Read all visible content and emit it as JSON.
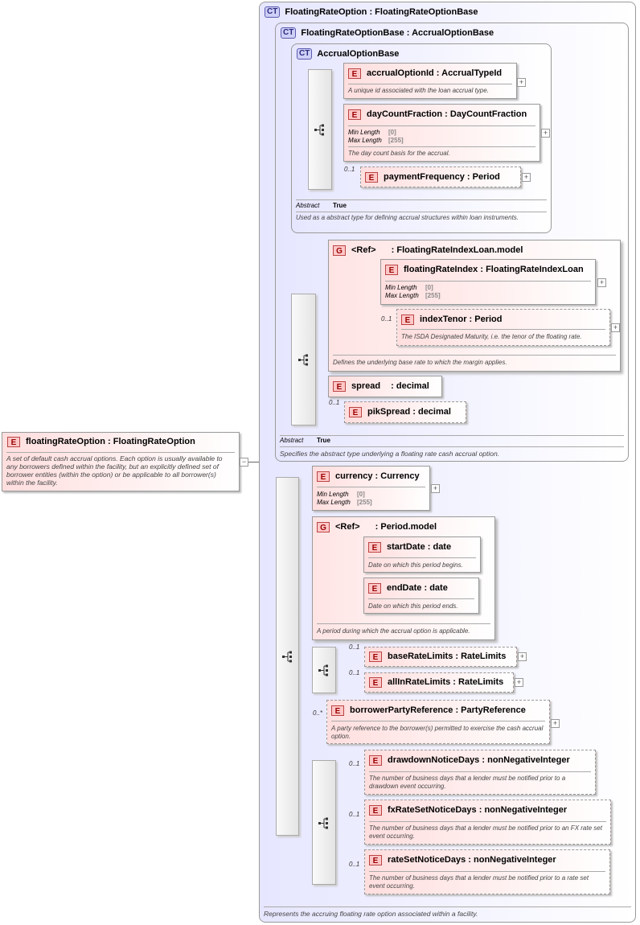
{
  "root": {
    "name": "floatingRateOption",
    "type": "FloatingRateOption",
    "doc": "A set of default cash accrual options. Each option is usually available to any borrowers defined within the facility, but an explicitly defined set of borrower entities (within the option) or be applicable to all borrower(s) within the facility."
  },
  "ct_outer": {
    "badge": "CT",
    "name": "FloatingRateOption",
    "base": "FloatingRateOptionBase",
    "doc": "Represents the accruing floating rate option associated within a facility."
  },
  "ct_mid": {
    "badge": "CT",
    "name": "FloatingRateOptionBase",
    "base": "AccrualOptionBase",
    "abstract_label": "Abstract",
    "abstract_value": "True",
    "doc": "Specifies the abstract type underlying a floating rate cash accrual option."
  },
  "ct_inner": {
    "badge": "CT",
    "name": "AccrualOptionBase",
    "abstract_label": "Abstract",
    "abstract_value": "True",
    "doc": "Used as a abstract type for defining accrual structures within loan instruments."
  },
  "e_tag": "E",
  "g_tag": "G",
  "ref_label": "<Ref>",
  "min_label": "Min Length",
  "max_label": "Max Length",
  "plus": "+",
  "minus": "−",
  "elements": {
    "accrualOptionId": {
      "name": "accrualOptionId",
      "type": "AccrualTypeId",
      "doc": "A unique id associated with the loan accrual type."
    },
    "dayCountFraction": {
      "name": "dayCountFraction",
      "type": "DayCountFraction",
      "min": "[0]",
      "max": "[255]",
      "doc": "The day count basis for the accrual."
    },
    "paymentFrequency": {
      "name": "paymentFrequency",
      "type": "Period",
      "card": "0..1"
    },
    "floatingRateIndexLoanModel": {
      "ref": "FloatingRateIndexLoan.model",
      "doc": "Defines the underlying base rate to which the margin applies."
    },
    "floatingRateIndex": {
      "name": "floatingRateIndex",
      "type": "FloatingRateIndexLoan",
      "min": "[0]",
      "max": "[255]"
    },
    "indexTenor": {
      "name": "indexTenor",
      "type": "Period",
      "card": "0..1",
      "doc": "The ISDA Designated Maturity, i.e. the tenor of the floating rate."
    },
    "spread": {
      "name": "spread",
      "type": "decimal"
    },
    "pikSpread": {
      "name": "pikSpread",
      "type": "decimal",
      "card": "0..1"
    },
    "currency": {
      "name": "currency",
      "type": "Currency",
      "min": "[0]",
      "max": "[255]"
    },
    "periodModel": {
      "ref": "Period.model",
      "doc": "A period during which the accrual option is applicable."
    },
    "startDate": {
      "name": "startDate",
      "type": "date",
      "doc": "Date on which this period begins."
    },
    "endDate": {
      "name": "endDate",
      "type": "date",
      "doc": "Date on which this period ends."
    },
    "baseRateLimits": {
      "name": "baseRateLimits",
      "type": "RateLimits",
      "card": "0..1"
    },
    "allInRateLimits": {
      "name": "allInRateLimits",
      "type": "RateLimits",
      "card": "0..1"
    },
    "borrowerPartyReference": {
      "name": "borrowerPartyReference",
      "type": "PartyReference",
      "card": "0..*",
      "doc": "A party reference to the borrower(s) permitted to exercise the cash accrual option."
    },
    "drawdownNoticeDays": {
      "name": "drawdownNoticeDays",
      "type": "nonNegativeInteger",
      "card": "0..1",
      "doc": "The number of business days that a lender must be notified prior to a drawdown event occurring."
    },
    "fxRateSetNoticeDays": {
      "name": "fxRateSetNoticeDays",
      "type": "nonNegativeInteger",
      "card": "0..1",
      "doc": "The number of business days that a lender must be notified prior to an FX rate set event occurring."
    },
    "rateSetNoticeDays": {
      "name": "rateSetNoticeDays",
      "type": "nonNegativeInteger",
      "card": "0..1",
      "doc": "The number of business days that a lender must be notified prior to a rate set event occurring."
    }
  }
}
